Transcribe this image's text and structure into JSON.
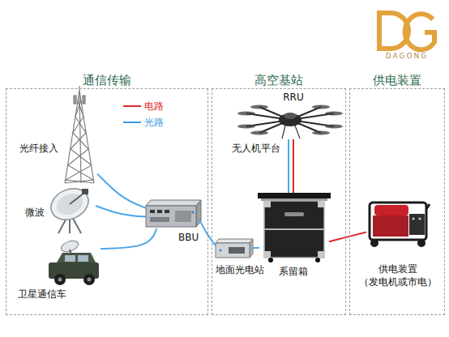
{
  "diagram": {
    "nodes": [
      {
        "text": [
          "通信传输"
        ]
      },
      {
        "text": [
          "光纤接入"
        ],
        "in": 0
      },
      {
        "text": [
          "微波"
        ],
        "in": 0
      },
      {
        "text": [
          "卫星通信车"
        ],
        "in": 0
      },
      {
        "text": [
          "BBU"
        ],
        "in": 0
      },
      {
        "text": [
          "高空基站"
        ]
      },
      {
        "text": [
          "RRU",
          "无人机平台"
        ],
        "in": 5
      },
      {
        "text": [
          "地面光电站"
        ],
        "in": 5
      },
      {
        "text": [
          "系留箱"
        ],
        "in": 5
      },
      {
        "text": [
          "供电装置"
        ]
      },
      {
        "text": [
          "供电装置 （发电机或市电）"
        ],
        "in": 9
      }
    ],
    "edges": [
      {
        "from": 1,
        "to": 4,
        "arrow": "none"
      },
      {
        "from": 2,
        "to": 4,
        "arrow": "none"
      },
      {
        "from": 3,
        "to": 4,
        "arrow": "none"
      },
      {
        "from": 4,
        "to": 7,
        "arrow": "none"
      },
      {
        "from": 7,
        "to": 8,
        "arrow": "none"
      },
      {
        "from": 8,
        "to": 6,
        "arrow": "none"
      },
      {
        "from": 8,
        "to": 6,
        "arrow": "none"
      },
      {
        "from": 10,
        "to": 8,
        "arrow": "none"
      }
    ],
    "labels": [
      "DAGONG"
    ],
    "legend": [
      {
        "text": "电路"
      },
      {
        "text": "光路"
      }
    ]
  }
}
